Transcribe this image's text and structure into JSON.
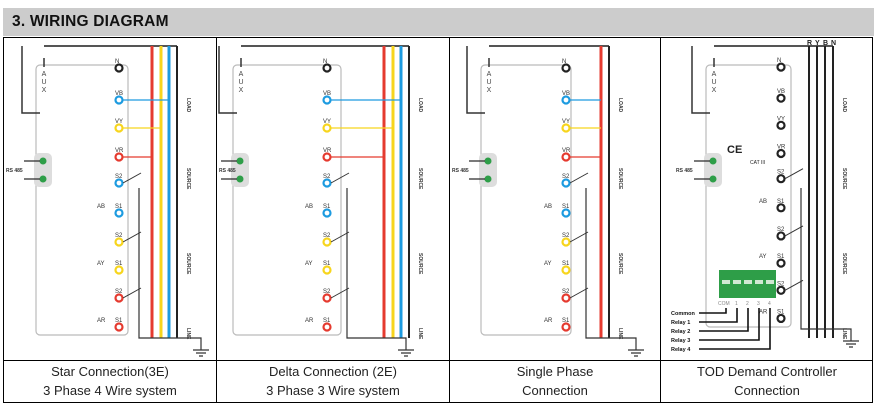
{
  "header": {
    "title": "3. WIRING DIAGRAM"
  },
  "colors": {
    "red": "#e53a2f",
    "yellow": "#f7d51d",
    "blue": "#1d9be0",
    "black": "#222222",
    "green": "#2e9e48",
    "header_bg": "#cccccc"
  },
  "captions": [
    {
      "line1": "Star Connection(3E)",
      "line2": "3 Phase 4 Wire system"
    },
    {
      "line1": "Delta Connection (2E)",
      "line2": "3 Phase 3 Wire system"
    },
    {
      "line1": "Single Phase",
      "line2": "Connection"
    },
    {
      "line1": "TOD Demand Controller",
      "line2": "Connection"
    }
  ],
  "diagrams": [
    {
      "aux": "AUX",
      "rs485": "RS 485",
      "load": "LOAD",
      "source": "SOURCE",
      "line": "LINE",
      "terminals": [
        "N",
        "VB",
        "VY",
        "VR",
        "S2",
        "S1",
        "S2",
        "S1",
        "S2",
        "S1"
      ],
      "ct_labels": [
        "AB",
        "AY",
        "AR"
      ]
    },
    {
      "aux": "AUX",
      "rs485": "RS 485",
      "load": "LOAD",
      "source": "SOURCE",
      "line": "LINE",
      "terminals": [
        "N",
        "VB",
        "VY",
        "VR",
        "S2",
        "S1",
        "S2",
        "S1",
        "S2",
        "S1"
      ],
      "ct_labels": [
        "AB",
        "AY",
        "AR"
      ]
    },
    {
      "aux": "AUX",
      "rs485": "RS 485",
      "load": "LOAD",
      "source": "SOURCE",
      "line": "LINE",
      "terminals": [
        "N",
        "VB",
        "VY",
        "VR",
        "S2",
        "S1",
        "S2",
        "S1",
        "S2",
        "S1"
      ],
      "ct_labels": [
        "AB",
        "AY",
        "AR"
      ]
    },
    {
      "aux": "AUX",
      "rs485": "RS 485",
      "load": "LOAD",
      "source": "SOURCE",
      "line": "LINE",
      "terminals": [
        "N",
        "VB",
        "VY",
        "VR",
        "S2",
        "S1",
        "S2",
        "S1",
        "S2",
        "S1"
      ],
      "ct_labels": [
        "AB",
        "AY",
        "AR"
      ],
      "phases": [
        "R",
        "Y",
        "B",
        "N"
      ],
      "ce_mark": "CE",
      "cat": "CAT III",
      "relay_terminals": [
        "COM",
        "1",
        "2",
        "3",
        "4"
      ],
      "relay_wires": [
        "Common",
        "Relay 1",
        "Relay 2",
        "Relay 3",
        "Relay 4"
      ]
    }
  ]
}
